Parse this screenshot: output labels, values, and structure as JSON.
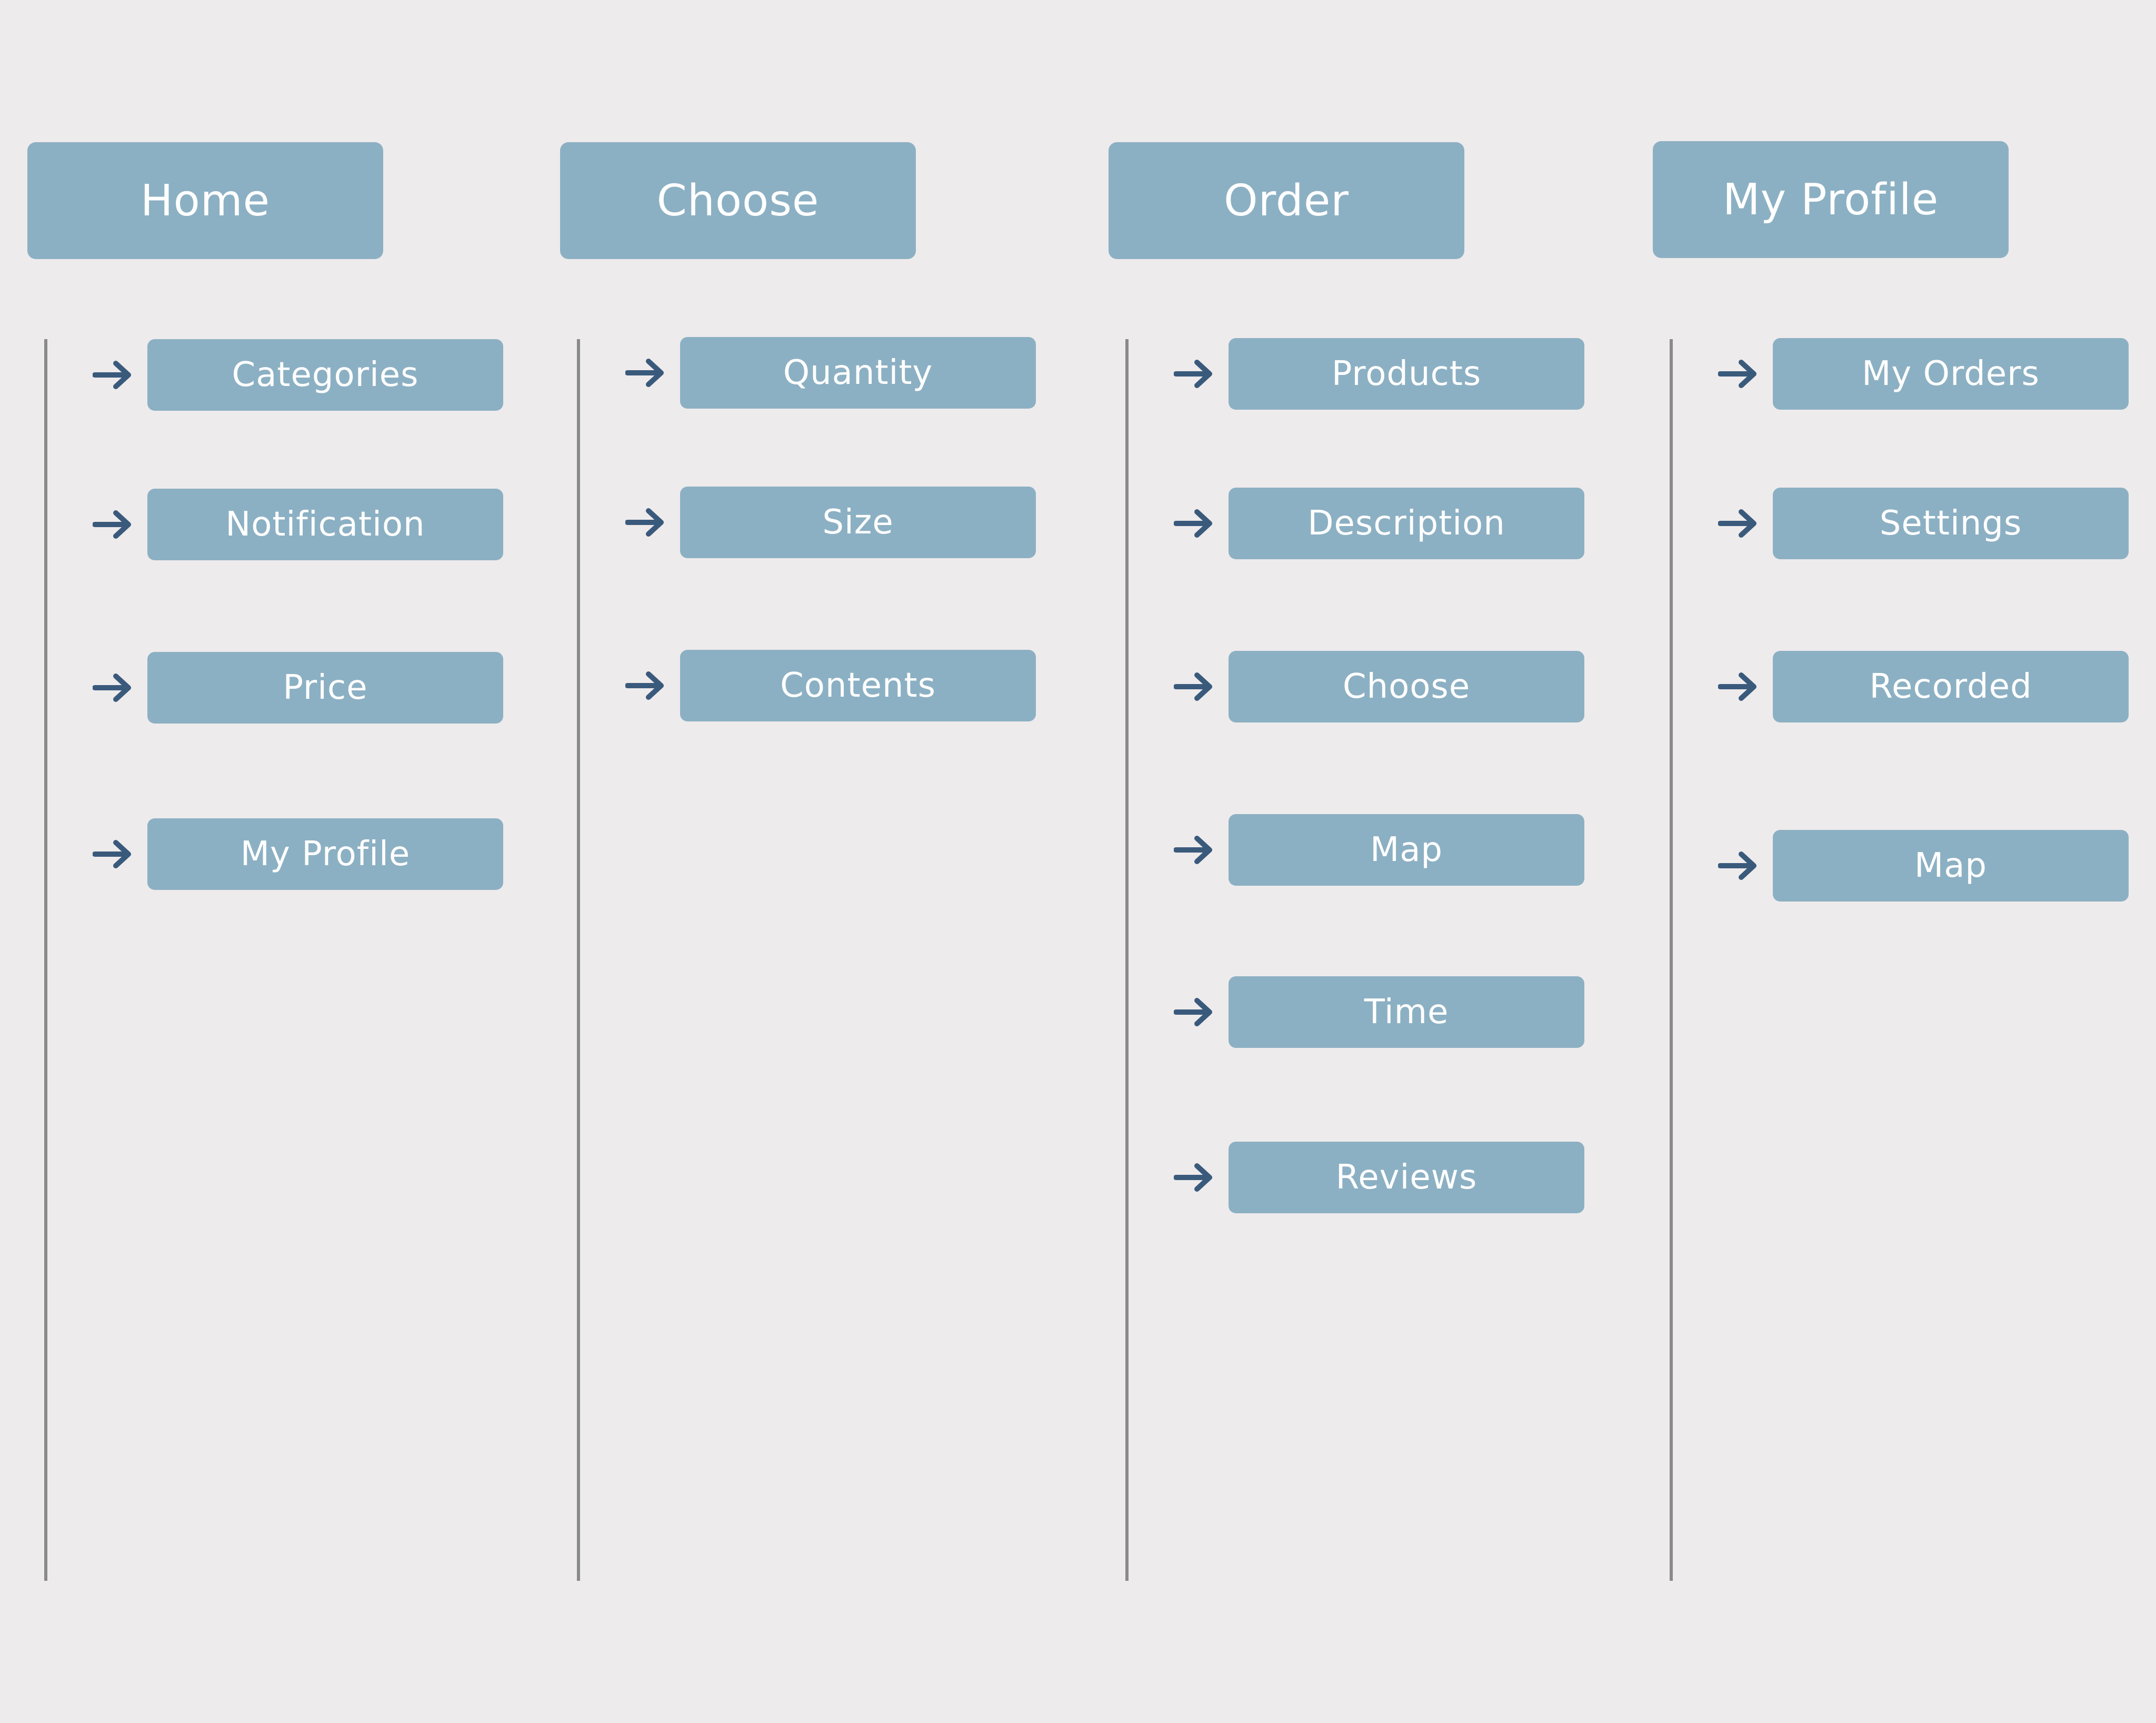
{
  "columns": [
    {
      "header": "Home",
      "items": [
        "Categories",
        "Notification",
        "Price",
        "My Profile"
      ]
    },
    {
      "header": "Choose",
      "items": [
        "Quantity",
        "Size",
        "Contents"
      ]
    },
    {
      "header": "Order",
      "items": [
        "Products",
        "Description",
        "Choose",
        "Map",
        "Time",
        "Reviews"
      ]
    },
    {
      "header": "My Profile",
      "items": [
        "My Orders",
        "Settings",
        "Recorded",
        "Map"
      ]
    }
  ],
  "colors": {
    "background": "#eeebec",
    "box": "#8cb0c3",
    "arrow": "#3a5a7c",
    "line": "#8a8a8a",
    "text": "#ffffff"
  }
}
